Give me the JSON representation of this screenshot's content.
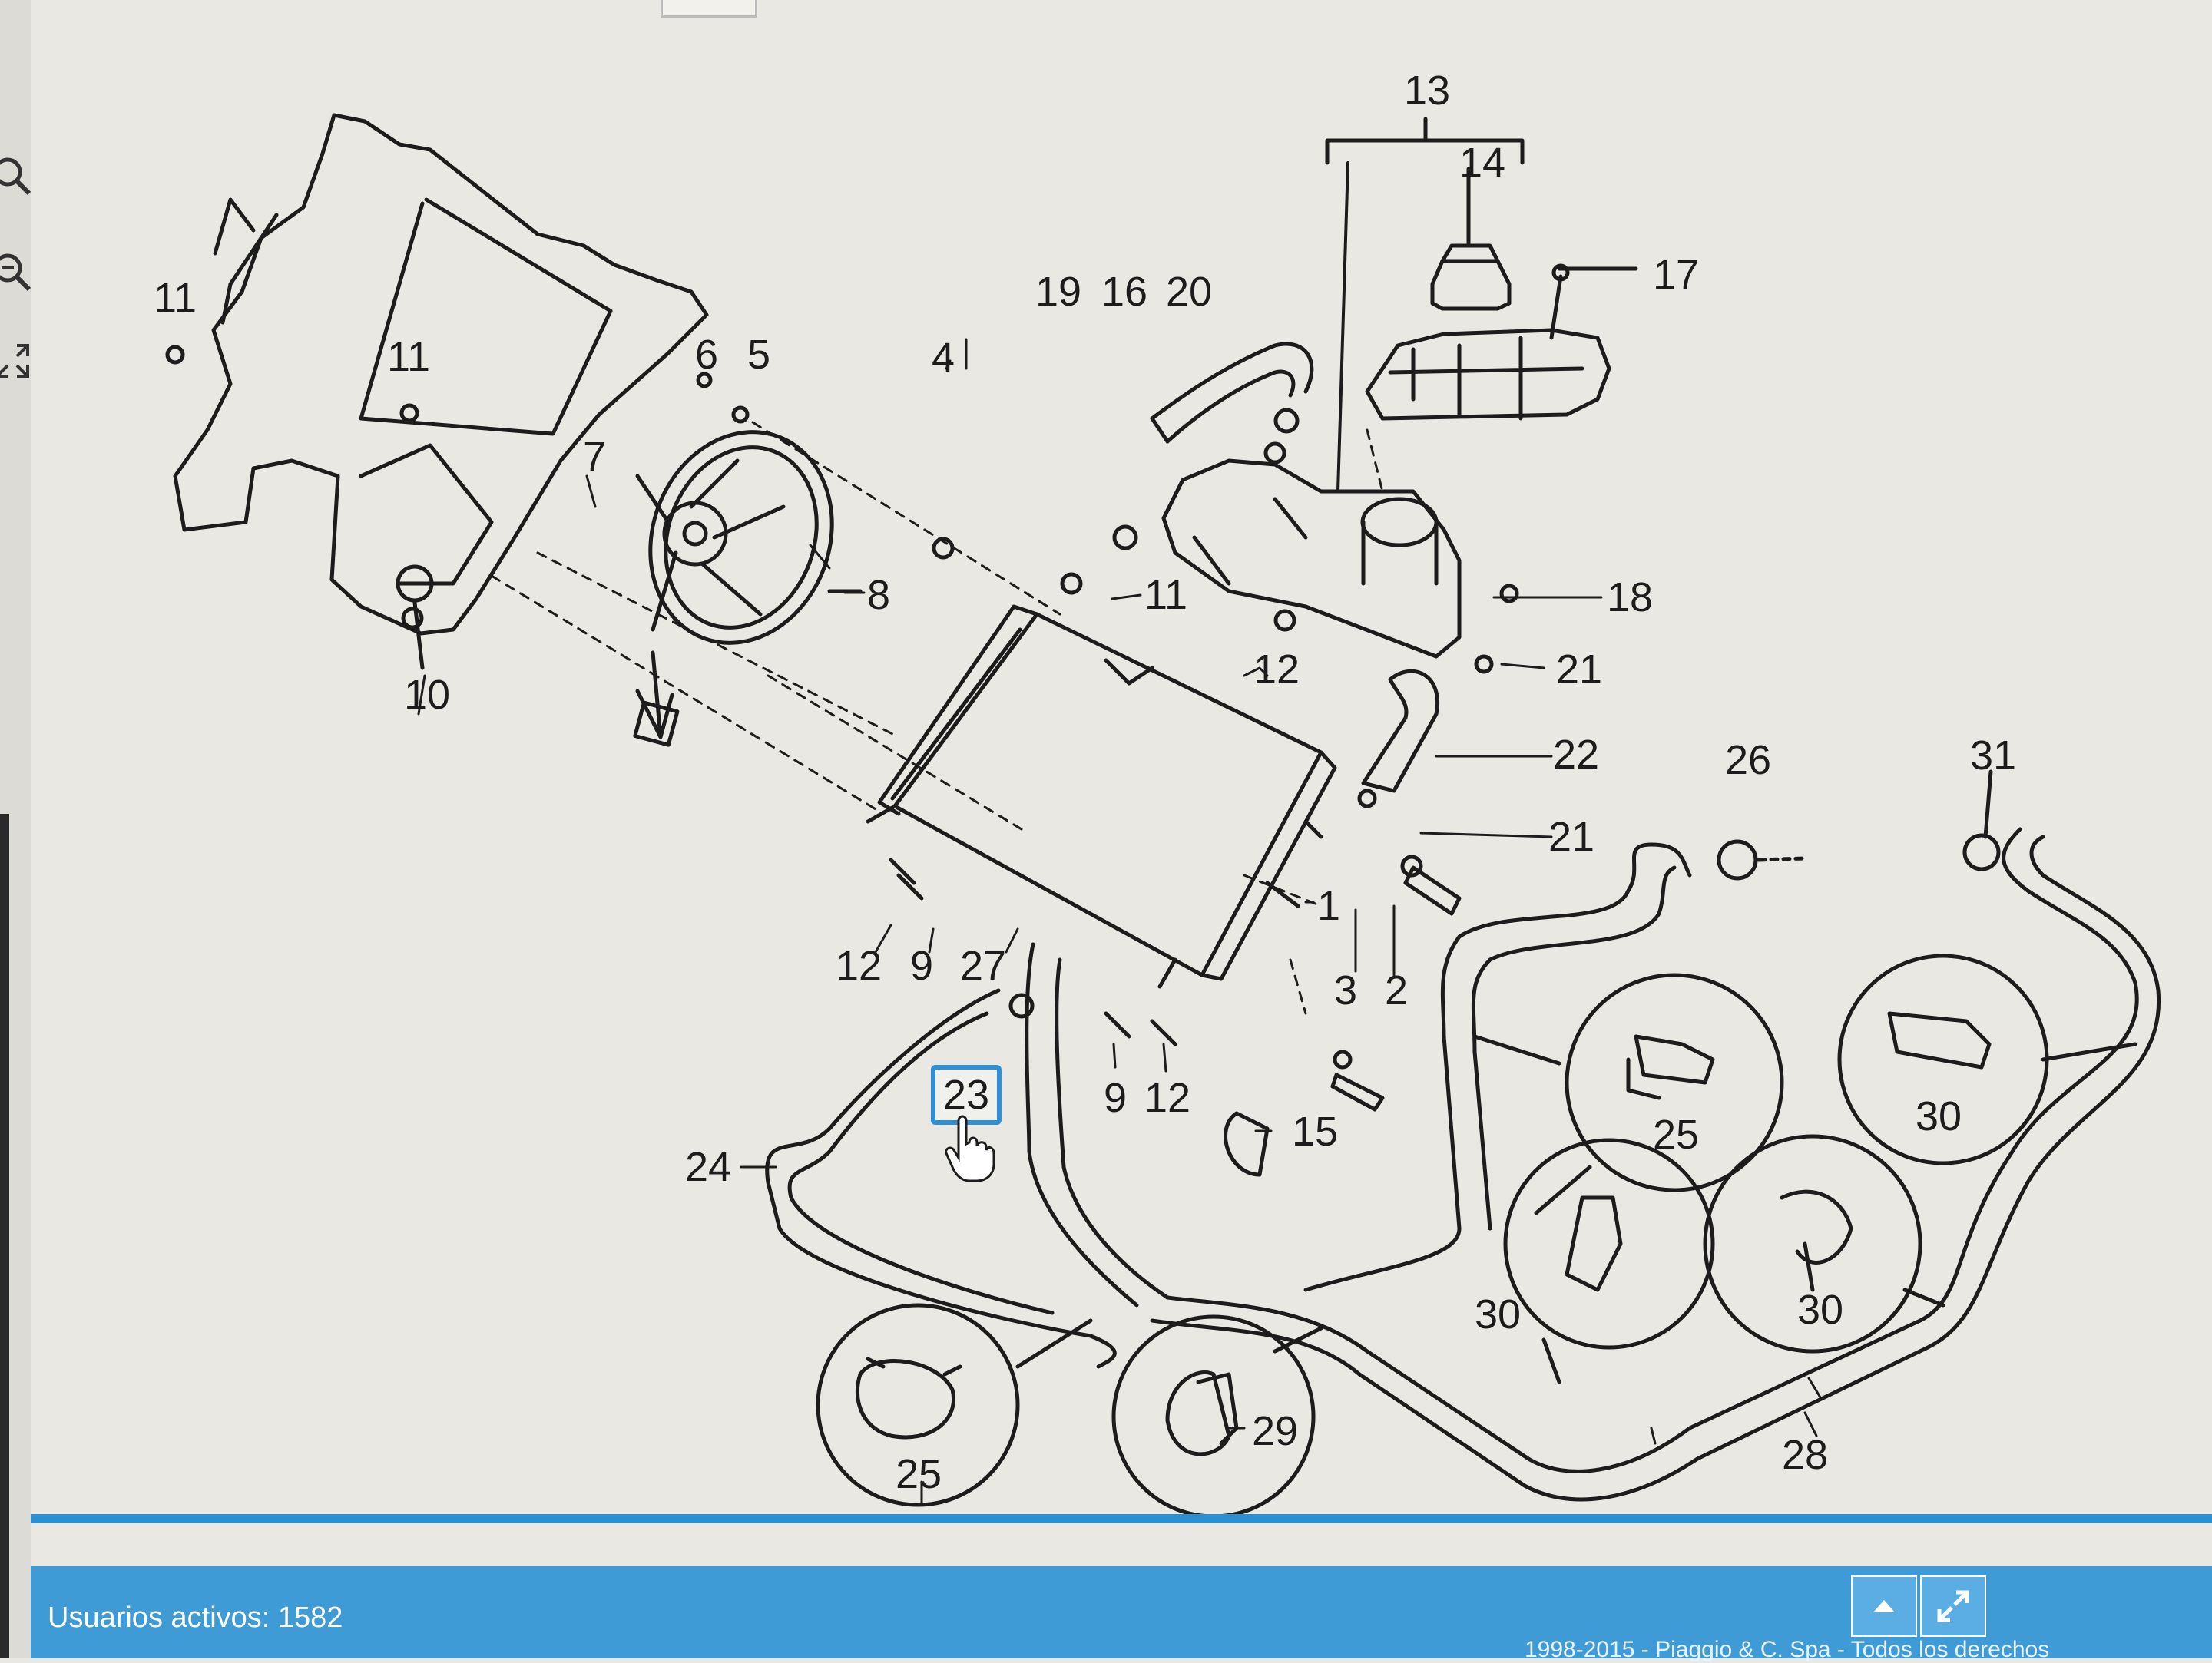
{
  "diagram": {
    "callouts": [
      {
        "id": "c13",
        "text": "13"
      },
      {
        "id": "c14",
        "text": "14"
      },
      {
        "id": "c17",
        "text": "17"
      },
      {
        "id": "c11a",
        "text": "11"
      },
      {
        "id": "c11b",
        "text": "11"
      },
      {
        "id": "c6",
        "text": "6"
      },
      {
        "id": "c5",
        "text": "5"
      },
      {
        "id": "c4",
        "text": "4"
      },
      {
        "id": "c19",
        "text": "19"
      },
      {
        "id": "c16",
        "text": "16"
      },
      {
        "id": "c20",
        "text": "20"
      },
      {
        "id": "c7",
        "text": "7"
      },
      {
        "id": "c8",
        "text": "8"
      },
      {
        "id": "c11c",
        "text": "11"
      },
      {
        "id": "c18",
        "text": "18"
      },
      {
        "id": "c10",
        "text": "10"
      },
      {
        "id": "c12a",
        "text": "12"
      },
      {
        "id": "c21a",
        "text": "21"
      },
      {
        "id": "c22",
        "text": "22"
      },
      {
        "id": "c26",
        "text": "26"
      },
      {
        "id": "c31",
        "text": "31"
      },
      {
        "id": "c21b",
        "text": "21"
      },
      {
        "id": "c1",
        "text": "1"
      },
      {
        "id": "c12b",
        "text": "12"
      },
      {
        "id": "c9a",
        "text": "9"
      },
      {
        "id": "c27",
        "text": "27"
      },
      {
        "id": "c3",
        "text": "3"
      },
      {
        "id": "c2",
        "text": "2"
      },
      {
        "id": "c23",
        "text": "23"
      },
      {
        "id": "c9b",
        "text": "9"
      },
      {
        "id": "c12c",
        "text": "12"
      },
      {
        "id": "c15",
        "text": "15"
      },
      {
        "id": "c24",
        "text": "24"
      },
      {
        "id": "c25a",
        "text": "25"
      },
      {
        "id": "c30a",
        "text": "30"
      },
      {
        "id": "c30b",
        "text": "30"
      },
      {
        "id": "c30c",
        "text": "30"
      },
      {
        "id": "c30d",
        "text": "30"
      },
      {
        "id": "c29",
        "text": "29"
      },
      {
        "id": "c25b",
        "text": "25"
      },
      {
        "id": "c28",
        "text": "28"
      }
    ],
    "highlighted_callout": "23"
  },
  "toolbar": {
    "icons": [
      "zoom-in-icon",
      "zoom-out-icon",
      "fullscreen-icon"
    ]
  },
  "footer": {
    "status": "Usuarios activos: 1582",
    "copyright": "1998-2015 - Piaggio & C. Spa - Todos los derechos",
    "buttons": [
      "scroll-top-icon",
      "expand-icon"
    ]
  },
  "colors": {
    "accent": "#3f9bd6",
    "highlight": "#2f90d6",
    "line": "#1c1c1c",
    "paper": "#e9e8e2"
  }
}
